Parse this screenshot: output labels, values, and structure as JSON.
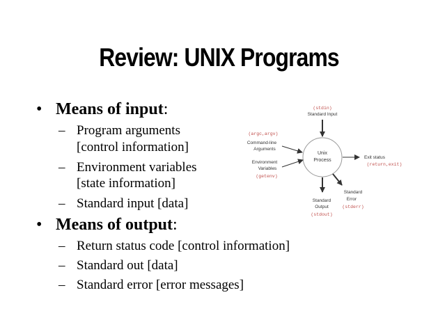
{
  "slide": {
    "title": "Review: UNIX Programs",
    "input_heading": "Means of input",
    "output_heading": "Means of output",
    "colon": ":",
    "bullet_glyph": "•",
    "dash_glyph": "–",
    "input_items": [
      {
        "line1": "Program arguments",
        "line2": "[control information]"
      },
      {
        "line1": "Environment variables",
        "line2": "[state information]"
      },
      {
        "line1": "Standard input [data]",
        "line2": ""
      }
    ],
    "output_items": [
      "Return status code [control information]",
      "Standard out [data]",
      "Standard error [error messages]"
    ]
  },
  "diagram": {
    "process_line1": "Unix",
    "process_line2": "Process",
    "stdin_code": "(stdin)",
    "stdin_label": "Standard Input",
    "args_code": "(argc,argv)",
    "args_label1": "Command-line",
    "args_label2": "Arguments",
    "env_label1": "Environment",
    "env_label2": "Variables",
    "env_code": "(getenv)",
    "exit_label": "Exit status",
    "exit_code": "(return,exit)",
    "stdout_label1": "Standard",
    "stdout_label2": "Output",
    "stdout_code": "(stdout)",
    "stderr_label1": "Standard",
    "stderr_label2": "Error",
    "stderr_code": "(stderr)",
    "code_color": "#c0504d"
  }
}
